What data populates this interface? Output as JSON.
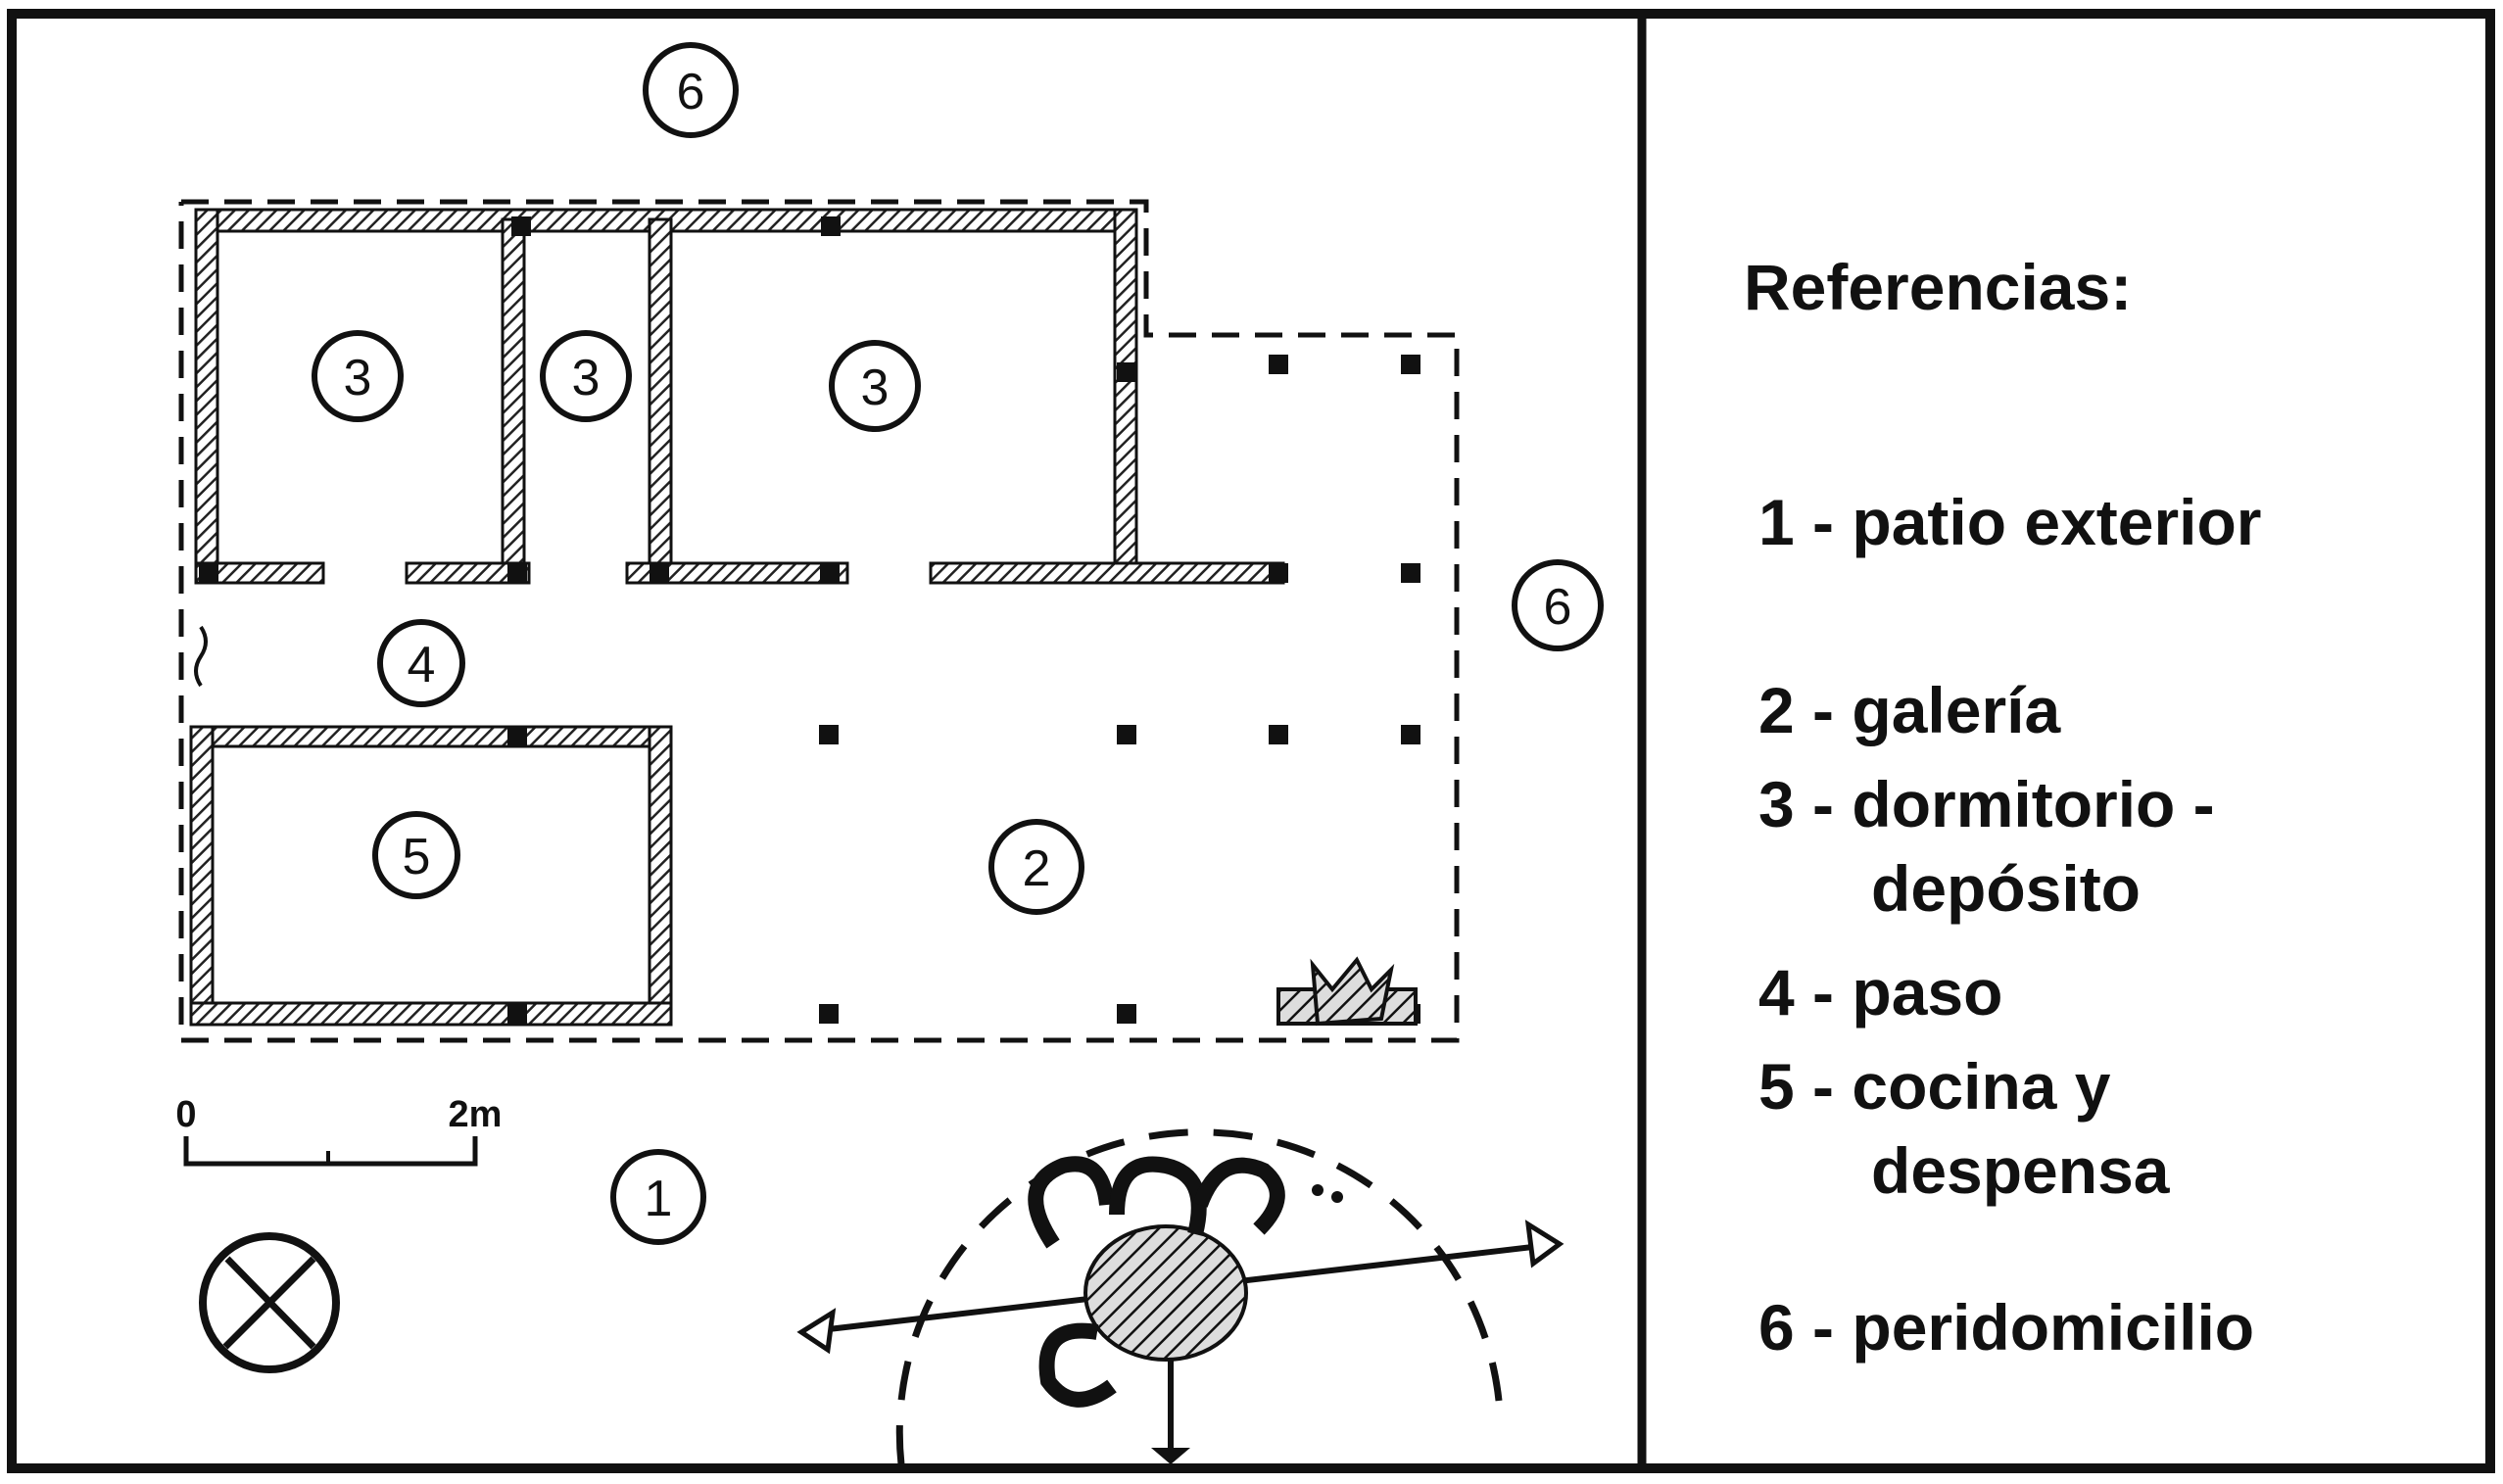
{
  "plan": {
    "rooms": [
      {
        "id": "6",
        "role": "peridomicilio"
      },
      {
        "id": "3",
        "role": "dormitorio-deposito-a"
      },
      {
        "id": "3",
        "role": "dormitorio-deposito-b"
      },
      {
        "id": "3",
        "role": "dormitorio-deposito-c"
      },
      {
        "id": "6",
        "role": "peridomicilio-right"
      },
      {
        "id": "4",
        "role": "paso"
      },
      {
        "id": "5",
        "role": "cocina"
      },
      {
        "id": "2",
        "role": "galeria"
      },
      {
        "id": "1",
        "role": "patio-exterior"
      }
    ],
    "scale": {
      "start": "0",
      "end": "2m"
    }
  },
  "legend": {
    "title": "Referencias:",
    "items": [
      {
        "num": "1 -",
        "text": "patio exterior"
      },
      {
        "num": "2 -",
        "text": "galería"
      },
      {
        "num": "3 -",
        "text": "dormitorio -",
        "text2": "depósito"
      },
      {
        "num": "4 -",
        "text": "paso"
      },
      {
        "num": "5 -",
        "text": "cocina y",
        "text2": "despensa"
      },
      {
        "num": "6 -",
        "text": "peridomicilio"
      }
    ]
  },
  "colors": {
    "ink": "#111111",
    "paper": "#ffffff",
    "hatch": "#555555"
  }
}
